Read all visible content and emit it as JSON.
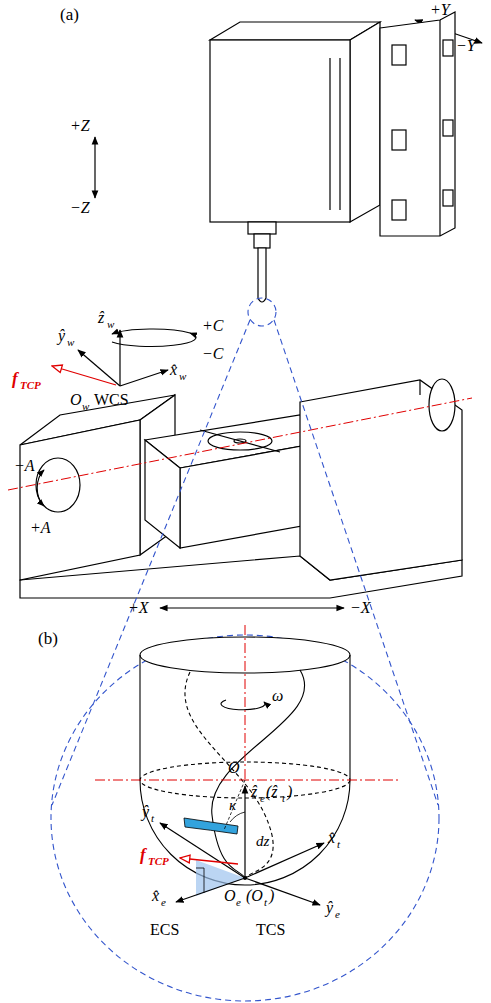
{
  "diagram": {
    "labels": [
      "(a)",
      "+Y",
      "−Y",
      "+Z",
      "−Z",
      "ŷ",
      "w",
      "ẑ",
      "w",
      "x̂",
      "w",
      "+C",
      "−C",
      "f",
      "TCP",
      "O",
      "w",
      "WCS",
      "−A",
      "+A",
      "+X",
      "−X",
      "(b)",
      "ω",
      "O",
      "ẑ",
      "e",
      "(ẑ",
      "t",
      ")",
      "ŷ",
      "t",
      "κ",
      "dz",
      "x̂",
      "t",
      "f",
      "TCP",
      "x̂",
      "e",
      "O",
      "e",
      "(O",
      "t",
      ")",
      "ŷ",
      "e",
      "ECS",
      "TCS"
    ]
  }
}
